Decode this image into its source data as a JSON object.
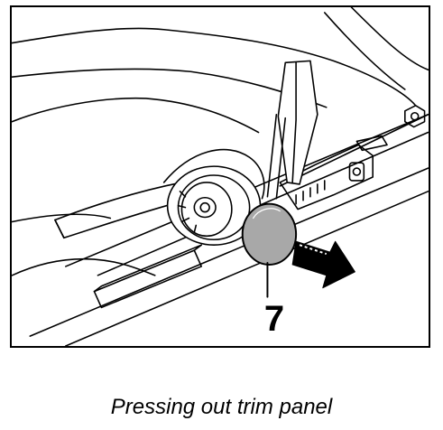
{
  "figure": {
    "callout_label": "7",
    "caption": "Pressing out trim panel",
    "colors": {
      "line": "#000000",
      "background": "#ffffff",
      "trim_panel_fill": "#a8a8a8",
      "arrow_fill": "#000000"
    },
    "icons": {
      "tool": "flat-blade-screwdriver",
      "direction": "push-arrow"
    }
  }
}
